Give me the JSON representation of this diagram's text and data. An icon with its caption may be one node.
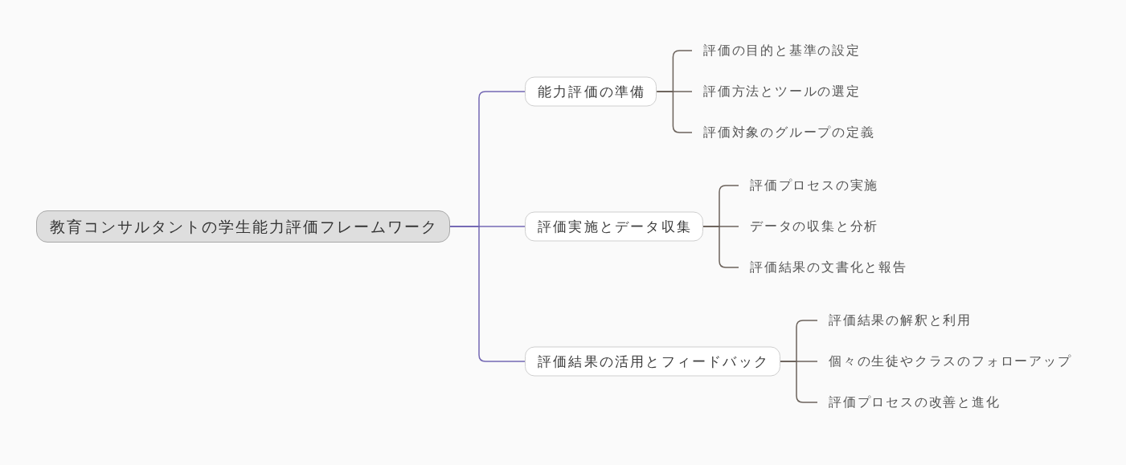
{
  "diagram": {
    "nodes": [
      {
        "text": [
          "教育コンサルタントの学生能力評価フレームワーク"
        ]
      },
      {
        "text": [
          "能力評価の準備"
        ]
      },
      {
        "text": [
          "評価の目的と基準の設定"
        ]
      },
      {
        "text": [
          "評価方法とツールの選定"
        ]
      },
      {
        "text": [
          "評価対象のグループの定義"
        ]
      },
      {
        "text": [
          "評価実施とデータ収集"
        ]
      },
      {
        "text": [
          "評価プロセスの実施"
        ]
      },
      {
        "text": [
          "データの収集と分析"
        ]
      },
      {
        "text": [
          "評価結果の文書化と報告"
        ]
      },
      {
        "text": [
          "評価結果の活用とフィードバック"
        ]
      },
      {
        "text": [
          "評価結果の解釈と利用"
        ]
      },
      {
        "text": [
          "個々の生徒やクラスのフォローアップ"
        ]
      },
      {
        "text": [
          "評価プロセスの改善と進化"
        ]
      }
    ],
    "edges": [
      {
        "from": 0,
        "to": 1,
        "arrow": "none",
        "color": "#7468b4"
      },
      {
        "from": 0,
        "to": 5,
        "arrow": "none",
        "color": "#7468b4"
      },
      {
        "from": 0,
        "to": 9,
        "arrow": "none",
        "color": "#7468b4"
      },
      {
        "from": 1,
        "to": 2,
        "arrow": "none"
      },
      {
        "from": 1,
        "to": 3,
        "arrow": "none"
      },
      {
        "from": 1,
        "to": 4,
        "arrow": "none"
      },
      {
        "from": 5,
        "to": 6,
        "arrow": "none"
      },
      {
        "from": 5,
        "to": 7,
        "arrow": "none"
      },
      {
        "from": 5,
        "to": 8,
        "arrow": "none"
      },
      {
        "from": 9,
        "to": 10,
        "arrow": "none"
      },
      {
        "from": 9,
        "to": 11,
        "arrow": "none"
      },
      {
        "from": 9,
        "to": 12,
        "arrow": "none"
      }
    ]
  }
}
